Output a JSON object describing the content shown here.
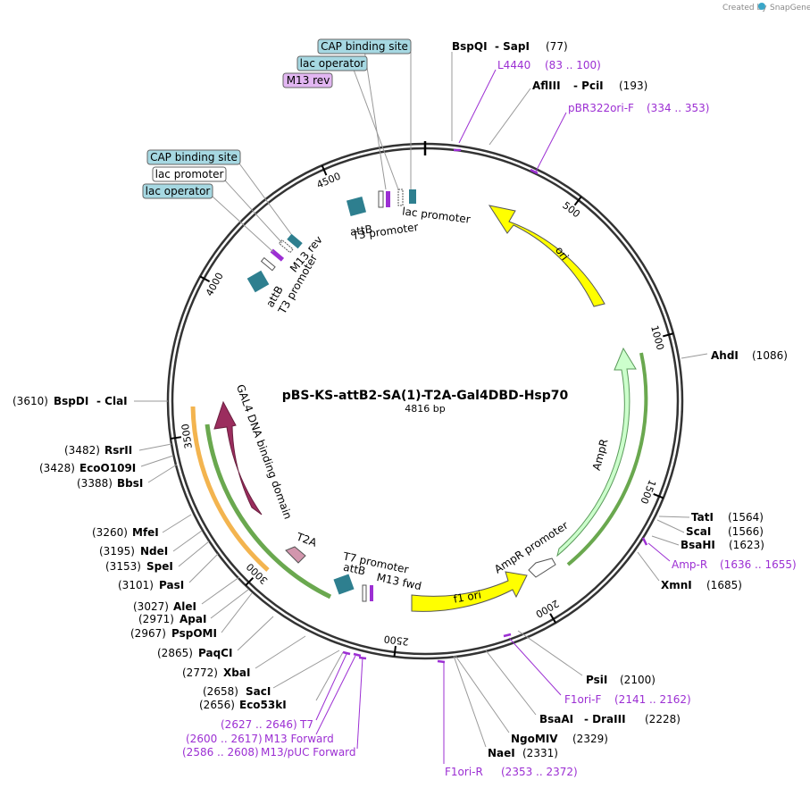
{
  "header": {
    "created_by": "Created by",
    "brand": "SnapGene"
  },
  "plasmid": {
    "name": "pBS-KS-attB2-SA(1)-T2A-Gal4DBD-Hsp70",
    "length_label": "4816 bp",
    "length": 4816
  },
  "ticks": [
    "500",
    "1000",
    "1500",
    "2000",
    "2500",
    "3000",
    "3500",
    "4000",
    "4500"
  ],
  "tick_values": [
    500,
    1000,
    1500,
    2000,
    2500,
    3000,
    3500,
    4000,
    4500
  ],
  "colors": {
    "ori": "#ffff00",
    "ampr": "#ccffcc",
    "gal4": "#9b2d5e",
    "t2a": "#d296ad",
    "attb": "#2e7f8f",
    "primer": "#9c2fd3",
    "tag_blue": "#a6d8e2",
    "tag_purple": "#e2b6f2",
    "ring": "#333333"
  },
  "features": {
    "ori": "ori",
    "ampr": "AmpR",
    "ampr_promoter": "AmpR promoter",
    "f1_ori": "f1 ori",
    "gal4": "GAL4 DNA binding domain",
    "t2a": "T2A",
    "t7_promoter": "T7 promoter",
    "attb_bottom": "attB",
    "m13_fwd": "M13 fwd",
    "lac_promoter_top": "lac promoter",
    "attb_top": "attB",
    "t3_promoter_top": "T3 promoter",
    "m13_rev_left": "M13 rev",
    "attb_left": "attB",
    "t3_promoter_left": "T3 promoter"
  },
  "tags_top": [
    "CAP binding site",
    "lac operator",
    "M13 rev"
  ],
  "tags_left": [
    "CAP binding site",
    "lac promoter",
    "lac operator"
  ],
  "sites_right": [
    {
      "name": "BspQI",
      "name2": "- SapI",
      "pos": "(77)"
    },
    {
      "primer": "L4440",
      "range": "(83 .. 100)"
    },
    {
      "name": "AflIII",
      "name2": "- PciI",
      "pos": "(193)"
    },
    {
      "primer": "pBR322ori-F",
      "range": "(334 .. 353)"
    },
    {
      "name": "AhdI",
      "pos": "(1086)"
    },
    {
      "name": "TatI",
      "pos": "(1564)"
    },
    {
      "name": "ScaI",
      "pos": "(1566)"
    },
    {
      "name": "BsaHI",
      "pos": "(1623)"
    },
    {
      "primer": "Amp-R",
      "range": "(1636 .. 1655)"
    },
    {
      "name": "XmnI",
      "pos": "(1685)"
    },
    {
      "name": "PsiI",
      "pos": "(2100)"
    },
    {
      "primer": "F1ori-F",
      "range": "(2141 .. 2162)"
    },
    {
      "name": "BsaAI",
      "name2": "- DraIII",
      "pos": "(2228)"
    },
    {
      "name": "NgoMIV",
      "pos": "(2329)"
    },
    {
      "name": "NaeI",
      "pos": "(2331)"
    },
    {
      "primer": "F1ori-R",
      "range": "(2353 .. 2372)"
    }
  ],
  "sites_left": [
    {
      "name": "BspDI",
      "name2": "- ClaI",
      "pos": "(3610)"
    },
    {
      "name": "RsrII",
      "pos": "(3482)"
    },
    {
      "name": "EcoO109I",
      "pos": "(3428)"
    },
    {
      "name": "BbsI",
      "pos": "(3388)"
    },
    {
      "name": "MfeI",
      "pos": "(3260)"
    },
    {
      "name": "NdeI",
      "pos": "(3195)"
    },
    {
      "name": "SpeI",
      "pos": "(3153)"
    },
    {
      "name": "PasI",
      "pos": "(3101)"
    },
    {
      "name": "AleI",
      "pos": "(3027)"
    },
    {
      "name": "ApaI",
      "pos": "(2971)"
    },
    {
      "name": "PspOMI",
      "pos": "(2967)"
    },
    {
      "name": "PaqCI",
      "pos": "(2865)"
    },
    {
      "name": "XbaI",
      "pos": "(2772)"
    },
    {
      "name": "SacI",
      "pos": "(2658)"
    },
    {
      "name": "Eco53kI",
      "pos": "(2656)"
    },
    {
      "primer": "T7",
      "range": "(2627 .. 2646)"
    },
    {
      "primer": "M13 Forward",
      "range": "(2600 .. 2617)"
    },
    {
      "primer": "M13/pUC Forward",
      "range": "(2586 .. 2608)"
    }
  ]
}
